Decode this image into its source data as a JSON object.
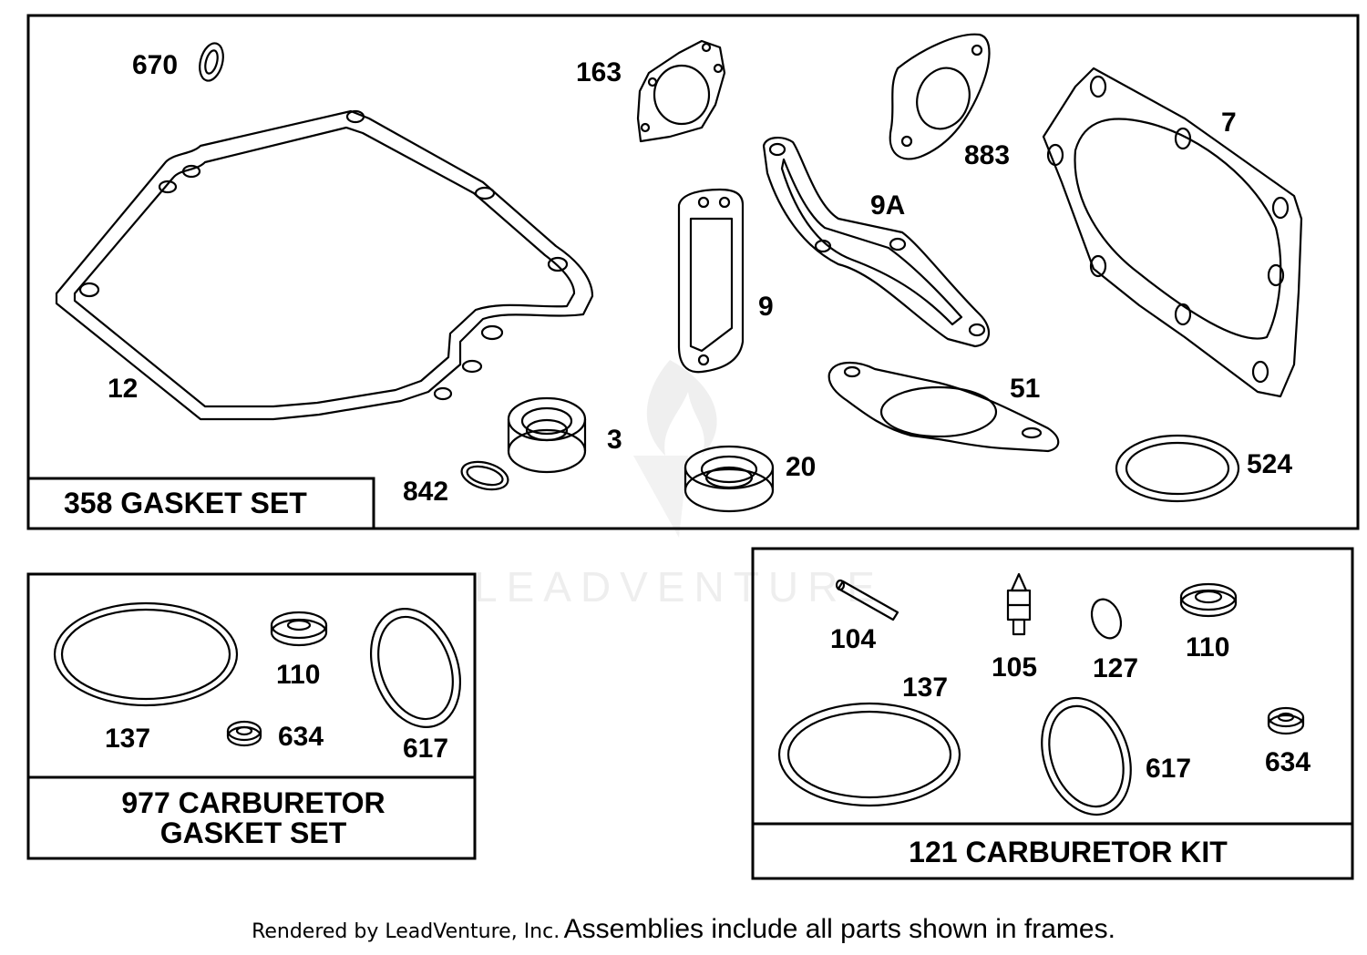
{
  "kits": {
    "gasket_set": "358 GASKET SET",
    "carb_gasket_line1": "977 CARBURETOR",
    "carb_gasket_line2": "GASKET SET",
    "carb_kit": "121 CARBURETOR KIT"
  },
  "callouts": {
    "p670": "670",
    "p163": "163",
    "p883": "883",
    "p7": "7",
    "p9A": "9A",
    "p9": "9",
    "p12": "12",
    "p51": "51",
    "p3": "3",
    "p842": "842",
    "p20": "20",
    "p524": "524",
    "p137a": "137",
    "p110a": "110",
    "p634a": "634",
    "p617a": "617",
    "p104": "104",
    "p105": "105",
    "p127": "127",
    "p110b": "110",
    "p137b": "137",
    "p617b": "617",
    "p634b": "634"
  },
  "watermark": "LEADVENTURE",
  "footer": {
    "credit": "Rendered by LeadVenture, Inc.",
    "note": "Assemblies include all parts shown in frames."
  }
}
